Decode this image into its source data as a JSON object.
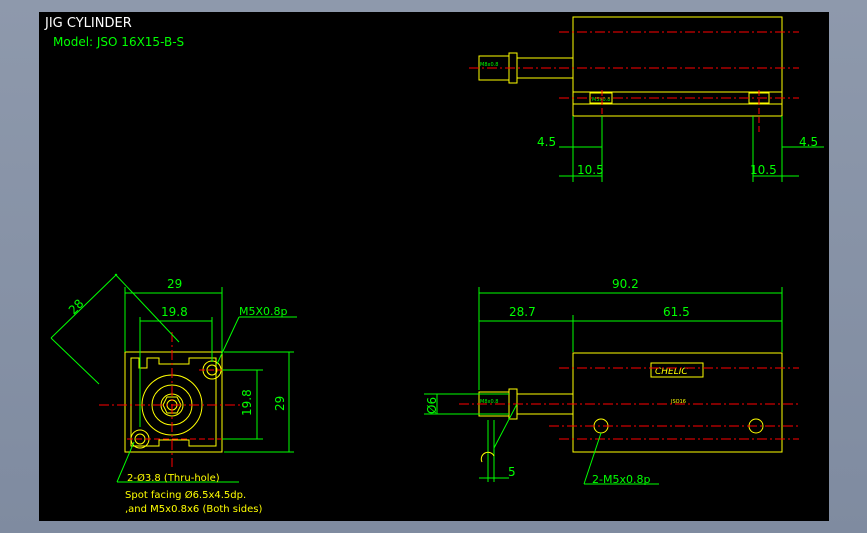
{
  "drawing": {
    "title": "JIG CYLINDER",
    "model": "Model:  JSO 16X15-B-S",
    "brand_label": "CHELIC",
    "colors": {
      "background": "#000000",
      "outline": "#ffff00",
      "dimension": "#00ff00",
      "centerline": "#ff0000",
      "frame": "#8a95a8",
      "title_text": "#ffffff"
    }
  },
  "top_view": {
    "dim_left_outer": "4.5",
    "dim_left_inner": "10.5",
    "dim_right_inner": "10.5",
    "dim_right_outer": "4.5",
    "rod_tag": "M8x0.8"
  },
  "end_view": {
    "dim_diag": "28",
    "dim_width": "29",
    "dim_hole_pitch": "19.8",
    "dim_port": "M5X0.8p",
    "dim_hole_pitch_v": "19.8",
    "dim_height": "29",
    "note_line1": "2-Ø3.8 (Thru-hole)",
    "note_line2": "Spot facing Ø6.5x4.5dp.",
    "note_line3": ",and M5x0.8x6 (Both sides)"
  },
  "side_view": {
    "dim_total": "90.2",
    "dim_rod": "28.7",
    "dim_body": "61.5",
    "dim_rod_dia": "Ø6",
    "dim_flat": "5",
    "dim_ports": "2-M5x0.8p",
    "rod_tag": "M8x0.8"
  }
}
